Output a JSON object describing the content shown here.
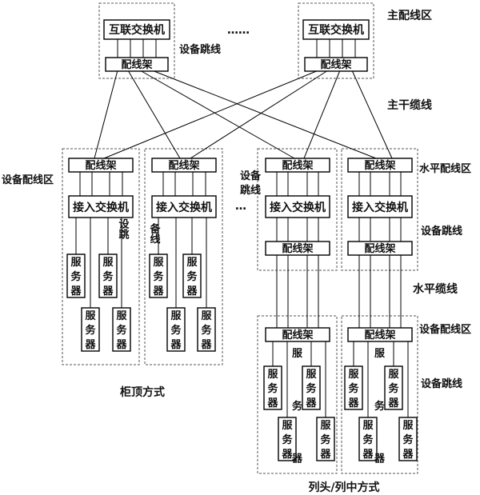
{
  "labels": {
    "main_area": "主配线区",
    "equipment_patch": "设备跳线",
    "backbone_cable": "主干缆线",
    "equipment_area": "设备配线区",
    "horizontal_area": "水平配线区",
    "horizontal_cable": "水平缆线",
    "ellipsis": "……",
    "ellipsis_short": "…"
  },
  "boxes": {
    "interconnect_switch": "互联交换机",
    "patch_panel": "配线架",
    "access_switch": "接入交换机",
    "server": "服务器"
  },
  "vertical_notes": {
    "patch_a": "设跳",
    "patch_b": "备线",
    "patch_c": "设备跳线"
  },
  "captions": {
    "top_of_rack": "柜顶方式",
    "end_middle_row": "列头/列中方式"
  }
}
